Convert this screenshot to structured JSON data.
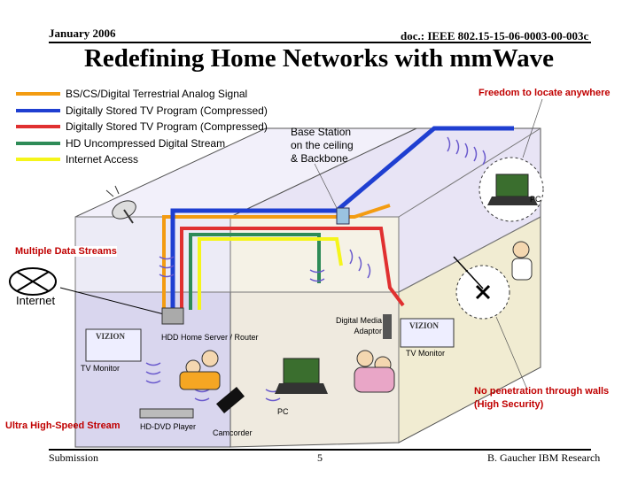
{
  "header": {
    "date": "January 2006",
    "doc": "doc.: IEEE 802.15-15-06-0003-00-003c"
  },
  "title": "Redefining Home Networks with mmWave",
  "legend": [
    {
      "label": "BS/CS/Digital Terrestrial Analog Signal",
      "color": "#f39c12"
    },
    {
      "label": "Digitally Stored TV Program (Compressed)",
      "color": "#1f3fd1"
    },
    {
      "label": "Digitally Stored TV Program (Compressed)",
      "color": "#e03030"
    },
    {
      "label": "HD Uncompressed Digital Stream",
      "color": "#2e8b57"
    },
    {
      "label": "Internet Access",
      "color": "#f5f51a"
    }
  ],
  "labels": {
    "freedom": "Freedom to locate anywhere",
    "base_station_1": "Base Station",
    "base_station_2": "on the ceiling",
    "base_station_3": "& Backbone",
    "pc_top": "PC",
    "multiple_streams": "Multiple Data Streams",
    "internet": "Internet",
    "hdd_server": "HDD Home Server / Router",
    "dma_1": "Digital Media",
    "dma_2": "Adaptor",
    "tv_monitor_right": "TV Monitor",
    "tv_monitor_left": "TV Monitor",
    "no_penetration_1": "No penetration through walls",
    "no_penetration_2": "(High Security)",
    "pc_bottom": "PC",
    "ultra_stream": "Ultra High-Speed Stream",
    "hd_dvd": "HD-DVD Player",
    "camcorder": "Camcorder",
    "tv_brand": "VIZION"
  },
  "footer": {
    "left": "Submission",
    "page": "5",
    "right": "B. Gaucher IBM Research"
  }
}
